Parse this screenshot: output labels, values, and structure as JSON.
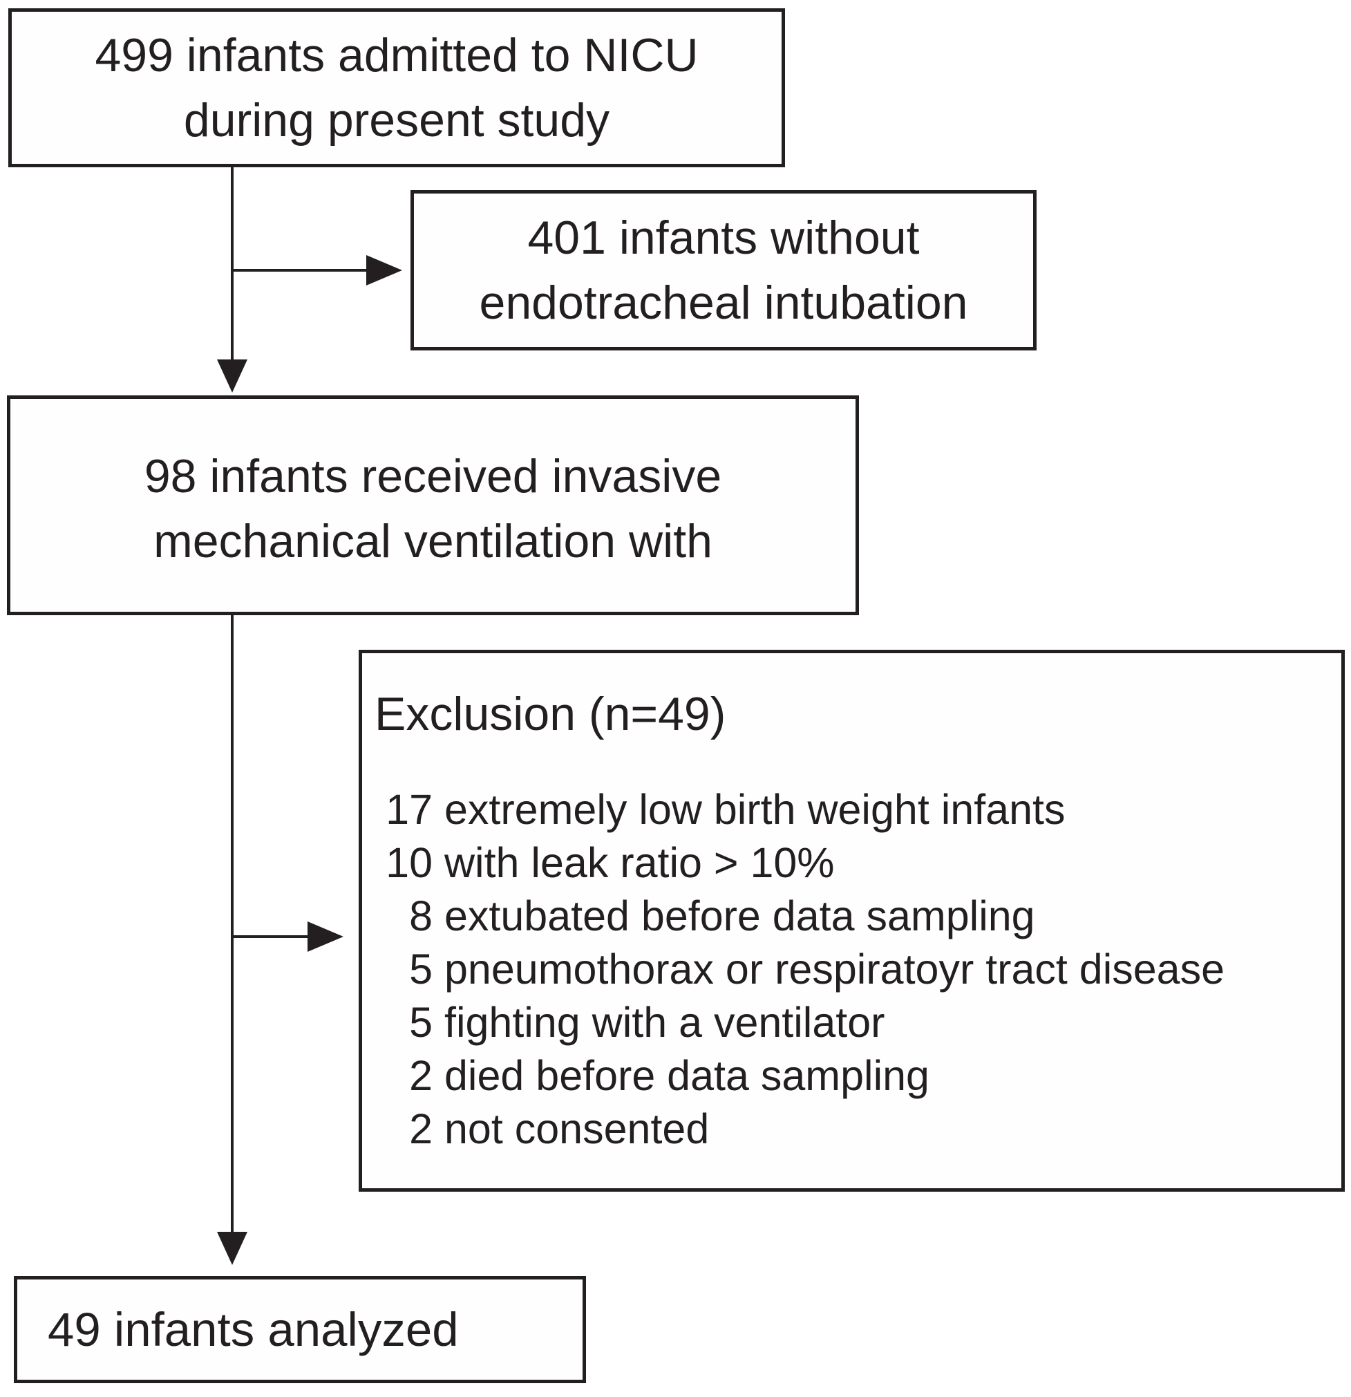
{
  "flowchart": {
    "boxes": {
      "admitted": {
        "line1": "499 infants admitted to NICU",
        "line2": "during present study"
      },
      "no_intubation": {
        "line1": "401 infants without",
        "line2": "endotracheal intubation"
      },
      "ventilated": {
        "line1": "98 infants received invasive",
        "line2": "mechanical ventilation with"
      },
      "exclusion": {
        "title": "Exclusion (n=49)",
        "items": [
          {
            "count": "17",
            "reason": "extremely low birth weight infants"
          },
          {
            "count": "10",
            "reason": "with leak ratio > 10%"
          },
          {
            "count": "8",
            "reason": "extubated before data sampling"
          },
          {
            "count": "5",
            "reason": "pneumothorax or respiratoyr tract disease"
          },
          {
            "count": "5",
            "reason": "fighting with a ventilator"
          },
          {
            "count": "2",
            "reason": "died before data sampling"
          },
          {
            "count": "2",
            "reason": "not consented"
          }
        ]
      },
      "analyzed": {
        "label": "49 infants analyzed"
      }
    },
    "colors": {
      "line": "#231f20",
      "background": "#ffffff"
    }
  }
}
